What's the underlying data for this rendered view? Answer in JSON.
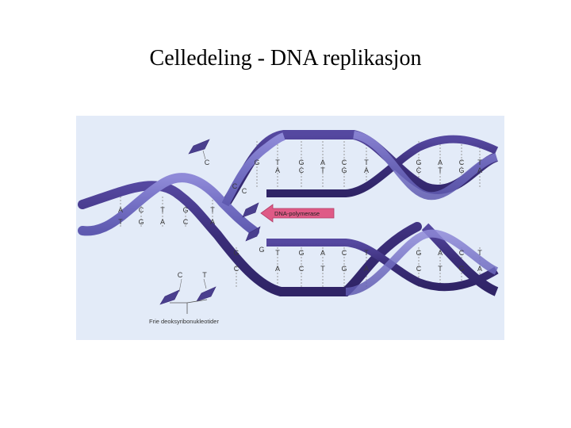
{
  "title": "Celledeling - DNA replikasjon",
  "figure": {
    "enzyme_label": "DNA-polymerase",
    "free_nucleotides_label": "Frie deoksyribonukleotider",
    "colors": {
      "background": "#e3ebf8",
      "strand_dark": "#3f327e",
      "strand_light": "#7672c5",
      "enzyme": "#df5a86",
      "rung": "#9a9a9a"
    },
    "parent_pairs": [
      {
        "top": "A",
        "bottom": "T"
      },
      {
        "top": "C",
        "bottom": "G"
      },
      {
        "top": "T",
        "bottom": "A"
      },
      {
        "top": "G",
        "bottom": "C"
      },
      {
        "top": "T",
        "bottom": "A"
      }
    ],
    "upper_pairs": [
      {
        "top": "G",
        "bottom": ""
      },
      {
        "top": "T",
        "bottom": "A"
      },
      {
        "top": "G",
        "bottom": "C"
      },
      {
        "top": "A",
        "bottom": "T"
      },
      {
        "top": "C",
        "bottom": "G"
      },
      {
        "top": "T",
        "bottom": "A"
      },
      {
        "top": "G",
        "bottom": "C"
      },
      {
        "top": "A",
        "bottom": "T"
      },
      {
        "top": "C",
        "bottom": "G"
      },
      {
        "top": "T",
        "bottom": "A"
      }
    ],
    "lower_pairs": [
      {
        "top": "G",
        "bottom": "C"
      },
      {
        "top": "T",
        "bottom": "A"
      },
      {
        "top": "G",
        "bottom": "C"
      },
      {
        "top": "A",
        "bottom": "T"
      },
      {
        "top": "C",
        "bottom": "G"
      },
      {
        "top": "T",
        "bottom": "A"
      },
      {
        "top": "G",
        "bottom": "C"
      },
      {
        "top": "A",
        "bottom": "T"
      },
      {
        "top": "C",
        "bottom": "G"
      },
      {
        "top": "T",
        "bottom": "A"
      }
    ],
    "loose_bases": [
      "C",
      "C",
      "C",
      "G",
      "G",
      "C",
      "T"
    ]
  }
}
